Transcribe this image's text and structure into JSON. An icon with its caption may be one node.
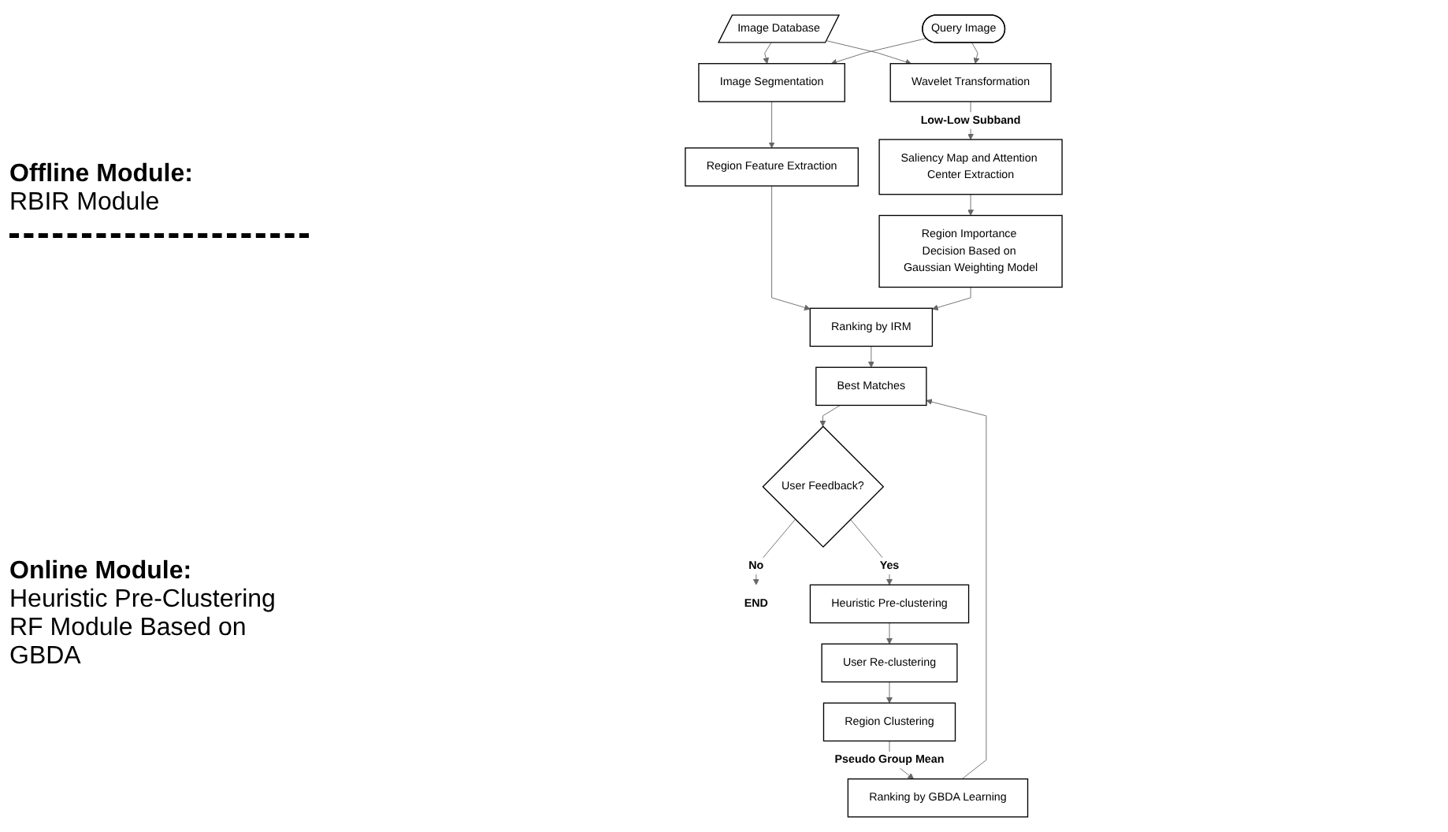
{
  "diagram": {
    "nodes": [
      {
        "text": [
          "Image Database"
        ]
      },
      {
        "text": [
          "Wavelet Transformation"
        ]
      },
      {
        "text": [
          "Saliency Map and Attention Center Extraction"
        ]
      },
      {
        "text": [
          "Image Segmentation"
        ]
      },
      {
        "text": [
          "Region Feature Extraction"
        ]
      },
      {
        "text": [
          "Region Importance Decision Based on Gaussian Weighting Model"
        ]
      },
      {
        "text": [
          "Query Image"
        ]
      },
      {
        "text": [
          "User Feedback?"
        ]
      },
      {
        "text": [
          "Best Matches"
        ]
      },
      {
        "text": [
          "Ranking by IRM"
        ]
      },
      {
        "text": [
          "END"
        ]
      },
      {
        "text": [
          "Heuristic Pre-clustering"
        ]
      },
      {
        "text": [
          "Ranking by GBDA Learning"
        ]
      },
      {
        "text": [
          "User Re-clustering"
        ]
      },
      {
        "text": [
          "Region Clustering"
        ]
      }
    ],
    "edges": [
      {
        "from": 0,
        "to": 1,
        "arrow": "to"
      },
      {
        "from": 0,
        "to": 3,
        "arrow": "to"
      },
      {
        "from": 6,
        "to": 1,
        "arrow": "to"
      },
      {
        "from": 6,
        "to": 3,
        "arrow": "to"
      },
      {
        "from": 1,
        "to": 2,
        "arrow": "to",
        "label": "Low-Low Subband"
      },
      {
        "from": 2,
        "to": 5,
        "arrow": "to"
      },
      {
        "from": 3,
        "to": 4,
        "arrow": "to"
      },
      {
        "from": 4,
        "to": 9,
        "arrow": "to"
      },
      {
        "from": 5,
        "to": 9,
        "arrow": "to"
      },
      {
        "from": 9,
        "to": 8,
        "arrow": "to"
      },
      {
        "from": 12,
        "to": 8,
        "arrow": "to"
      },
      {
        "from": 8,
        "to": 7,
        "arrow": "to"
      },
      {
        "from": 7,
        "to": 10,
        "arrow": "to",
        "label": "No"
      },
      {
        "from": 7,
        "to": 11,
        "arrow": "to",
        "label": "Yes"
      },
      {
        "from": 11,
        "to": 13,
        "arrow": "to"
      },
      {
        "from": 13,
        "to": 14,
        "arrow": "to"
      },
      {
        "from": 14,
        "to": 12,
        "arrow": "to",
        "label": "Pseudo Group Mean"
      }
    ],
    "labels": [
      "Offline Module:",
      "RBIR Module",
      "Online Module:",
      "Heuristic Pre-Clustering RF Module Based on GBDA"
    ]
  }
}
